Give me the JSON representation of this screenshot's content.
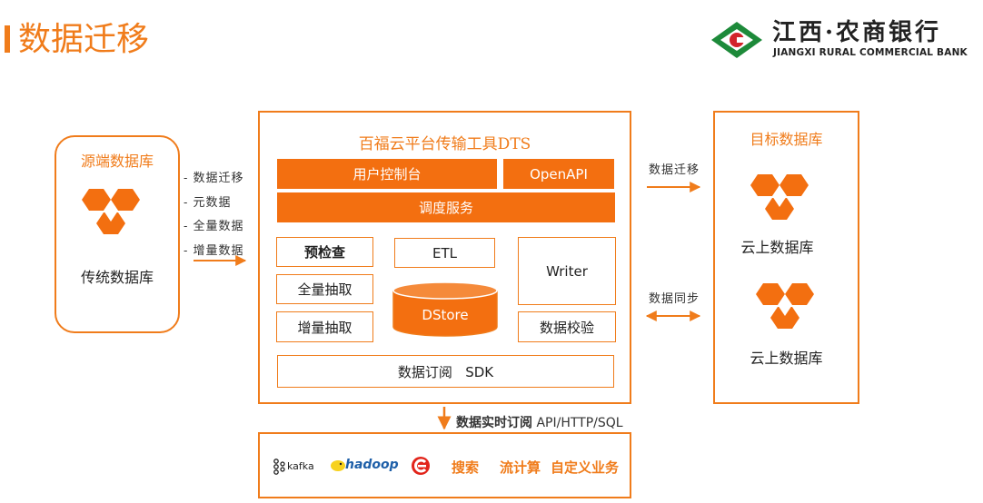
{
  "slide": {
    "title": "数据迁移",
    "logo": {
      "name_cn": "江西·农商银行",
      "name_en": "JIANGXI RURAL COMMERCIAL BANK",
      "colors": {
        "red": "#d2232a",
        "green": "#1d8a3a"
      }
    }
  },
  "colors": {
    "accent": "#f07c1b",
    "fill": "#f36f10"
  },
  "source": {
    "heading": "源端数据库",
    "db_icon": "database-icon",
    "db_label": "传统数据库",
    "features": [
      "- 数据迁移",
      "- 元数据",
      "- 全量数据",
      "- 增量数据"
    ]
  },
  "dts": {
    "heading": "百福云平台传输工具DTS",
    "user_console": "用户控制台",
    "openapi": "OpenAPI",
    "scheduler": "调度服务",
    "precheck": "预检查",
    "full_extract": "全量抽取",
    "incr_extract": "增量抽取",
    "etl": "ETL",
    "dstore": "DStore",
    "writer": "Writer",
    "validation": "数据校验",
    "subscribe_sdk": "数据订阅   SDK"
  },
  "links": {
    "migrate": "数据迁移",
    "sync": "数据同步"
  },
  "target": {
    "heading": "目标数据库",
    "db1_label": "云上数据库",
    "db2_label": "云上数据库"
  },
  "subscription": {
    "label_bold": "数据实时订阅",
    "label_protocols": " API/HTTP/SQL"
  },
  "consumers": {
    "kafka": "kafka",
    "hadoop": "hadoop",
    "search": "搜索",
    "stream": "流计算",
    "custom": "自定义业务"
  }
}
